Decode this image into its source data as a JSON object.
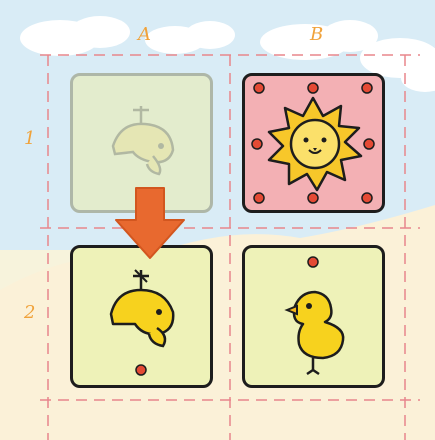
{
  "board": {
    "columns": [
      "A",
      "B"
    ],
    "rows": [
      "1",
      "2"
    ]
  },
  "tiles": [
    {
      "cell": "A1",
      "piece": "chick-rotated",
      "state": "ghost"
    },
    {
      "cell": "B1",
      "piece": "lion",
      "state": "normal"
    },
    {
      "cell": "A2",
      "piece": "chick-rotated",
      "state": "normal",
      "marker": "bottom"
    },
    {
      "cell": "B2",
      "piece": "chick",
      "state": "normal",
      "marker": "top"
    }
  ],
  "move_indicator": {
    "icon": "down-arrow-icon",
    "from": "A1",
    "to": "A2",
    "color": "#e8692f"
  },
  "colors": {
    "grid_line": "#e8868c",
    "label": "#f0a23a",
    "lion_tile": "#f3b0b4",
    "chick_tile": "#eef2b8",
    "chick": "#f7d21e",
    "dot": "#e44a34"
  }
}
